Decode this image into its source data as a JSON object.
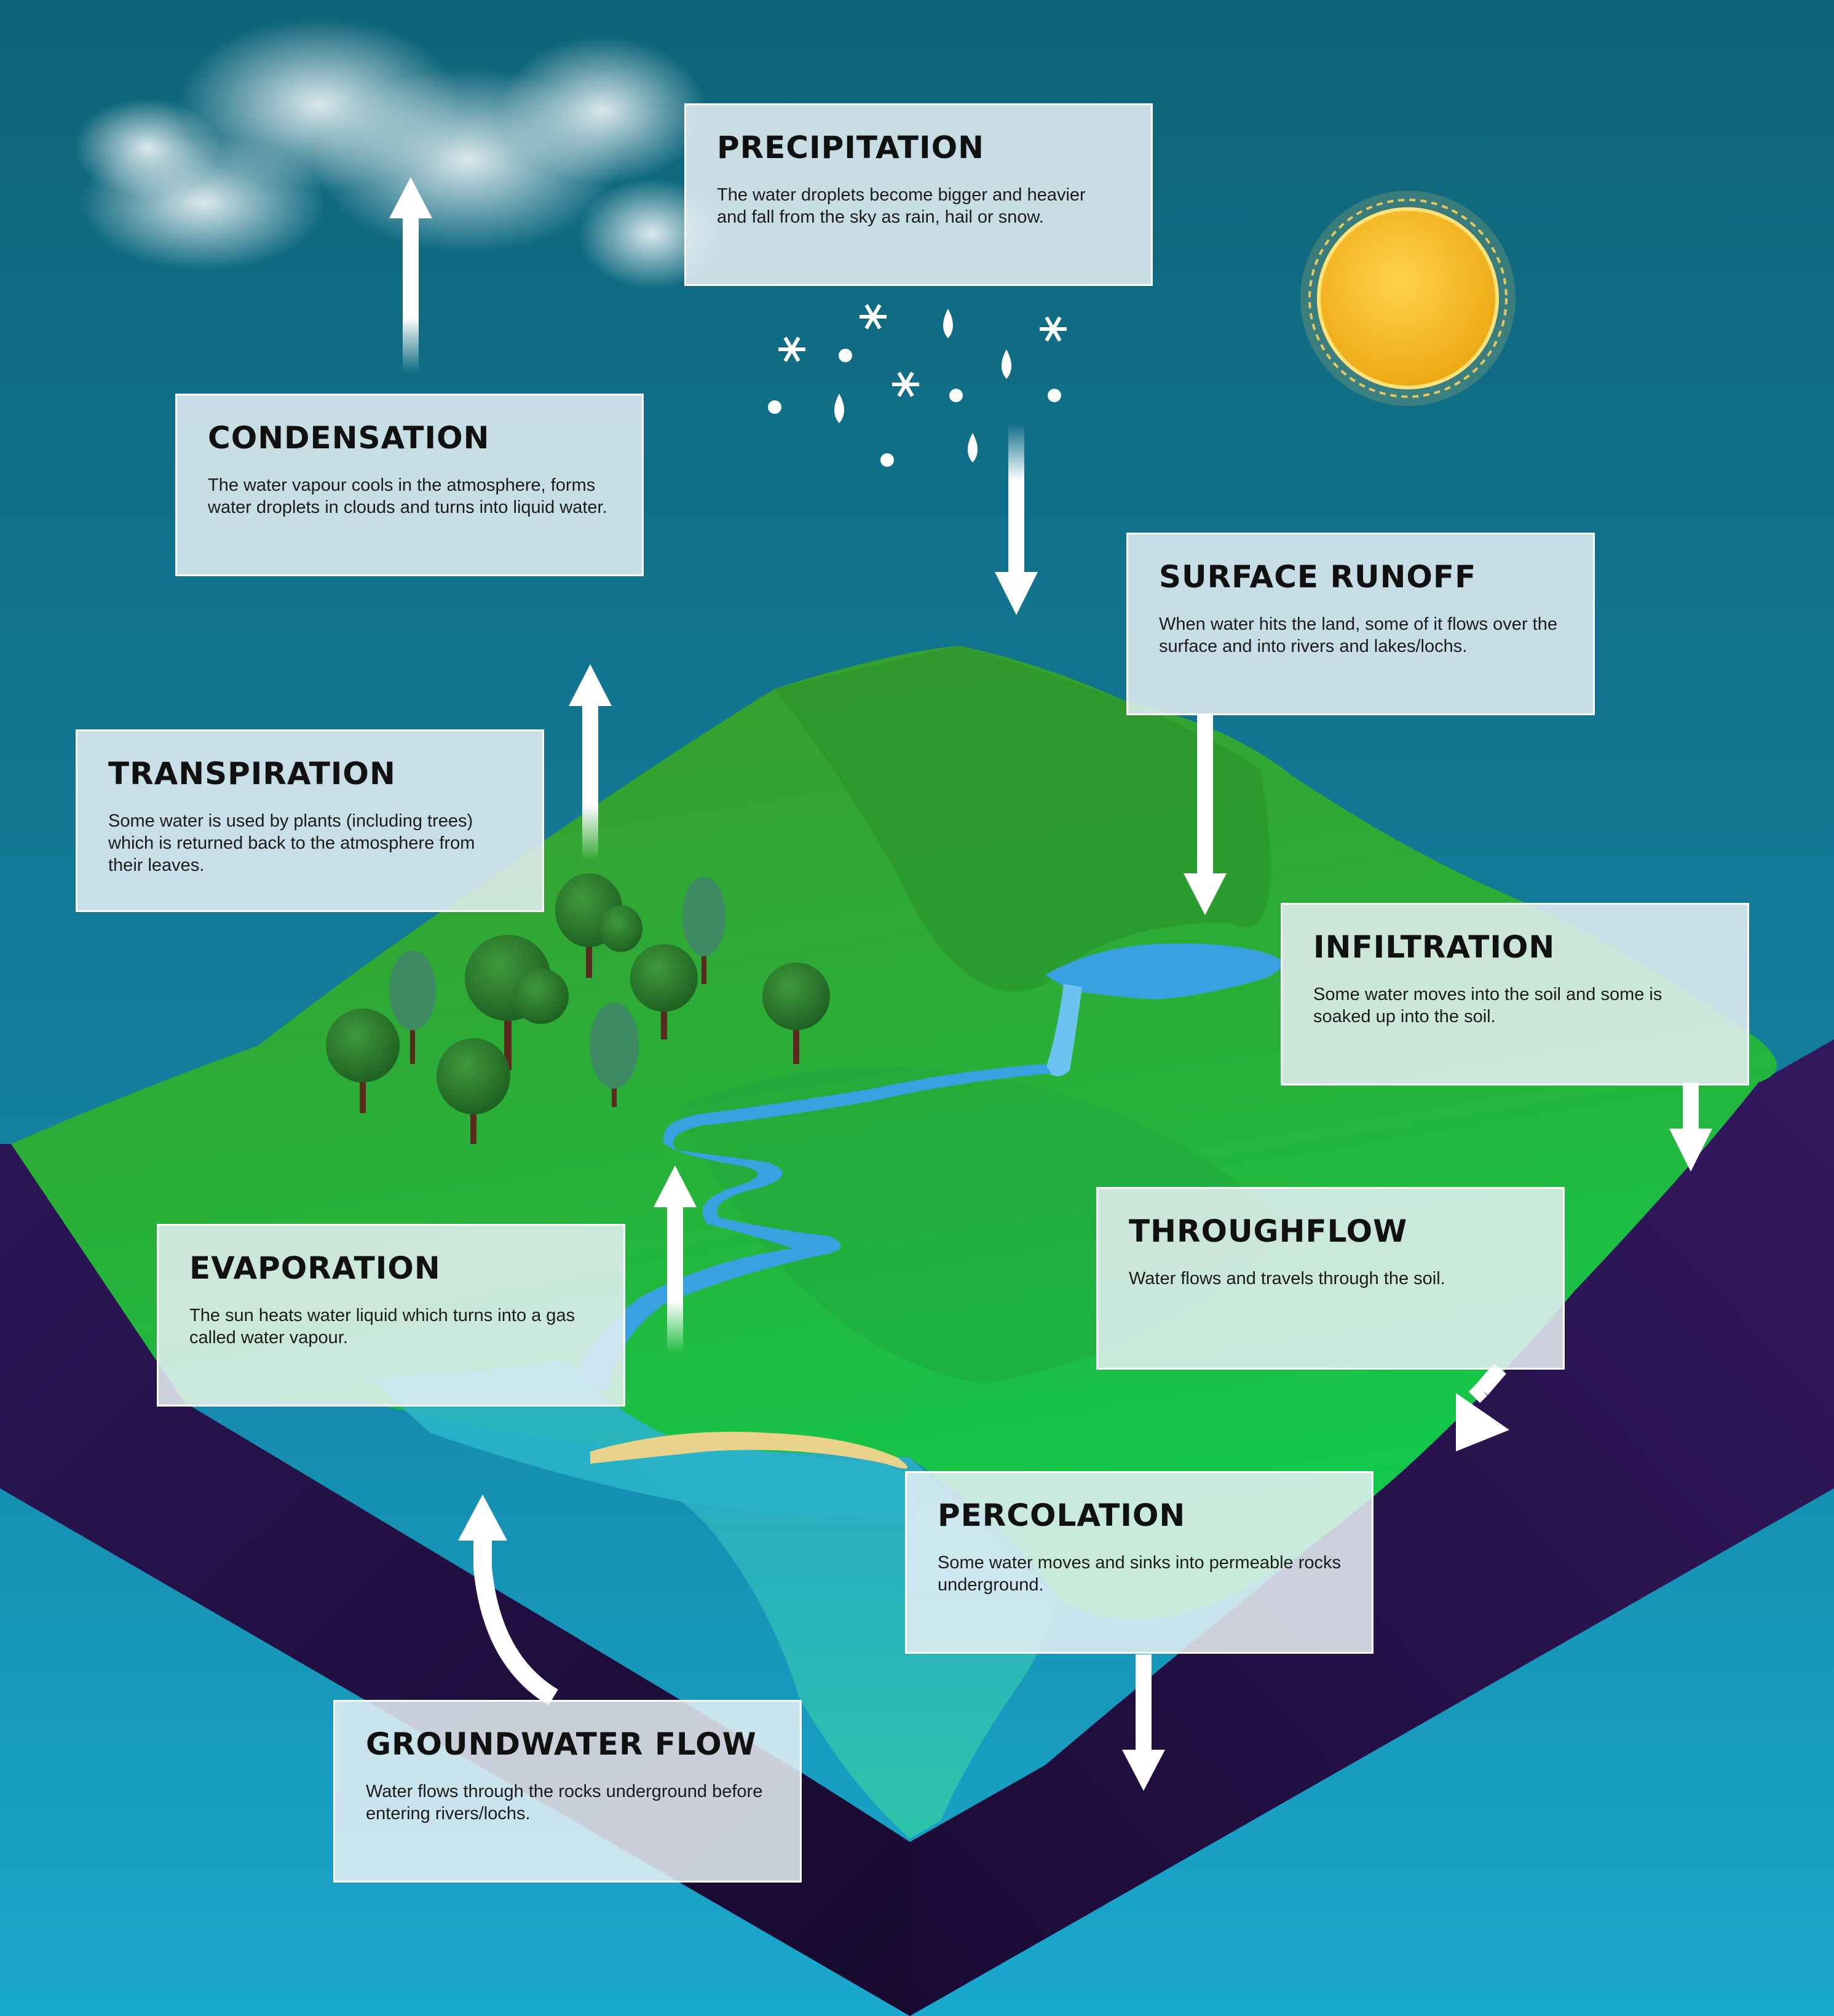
{
  "colors": {
    "sky_top": "#0e6478",
    "sky_bottom": "#1aa6cb",
    "grass": "#2fb53a",
    "grass_light": "#18c04a",
    "rock": "#2a1552",
    "rock_dark": "#1d0c36",
    "water": "#3aa1e0",
    "sea": "#2fc3b4",
    "sand": "#e9d28a",
    "sun": "#f7bc1f",
    "arrow": "#ffffff"
  },
  "stages": {
    "precipitation": {
      "title": "PRECIPITATION",
      "text": "The water droplets become bigger and heavier and fall from the sky as rain, hail or snow."
    },
    "condensation": {
      "title": "CONDENSATION",
      "text": "The water vapour cools in the atmosphere, forms water droplets in clouds and turns into liquid water."
    },
    "surface_runoff": {
      "title": "SURFACE RUNOFF",
      "text": "When water hits the land, some of it flows over the surface and into rivers and lakes/lochs."
    },
    "transpiration": {
      "title": "TRANSPIRATION",
      "text": "Some water is used by plants (including trees) which is returned back to the atmosphere from their leaves."
    },
    "infiltration": {
      "title": "INFILTRATION",
      "text": "Some water moves into the soil and some is soaked up into the soil."
    },
    "throughflow": {
      "title": "THROUGHFLOW",
      "text": "Water flows and travels through the soil."
    },
    "evaporation": {
      "title": "EVAPORATION",
      "text": "The sun heats water liquid which turns into a gas called water vapour."
    },
    "percolation": {
      "title": "PERCOLATION",
      "text": "Some water moves and sinks into permeable rocks underground."
    },
    "groundwater_flow": {
      "title": "GROUNDWATER FLOW",
      "text": "Water flows through the rocks underground before entering rivers/lochs."
    }
  },
  "icons": [
    "cloud-icon",
    "sun-icon",
    "snowflake-icon",
    "raindrop-icon",
    "tree-icon",
    "arrow-icon"
  ]
}
